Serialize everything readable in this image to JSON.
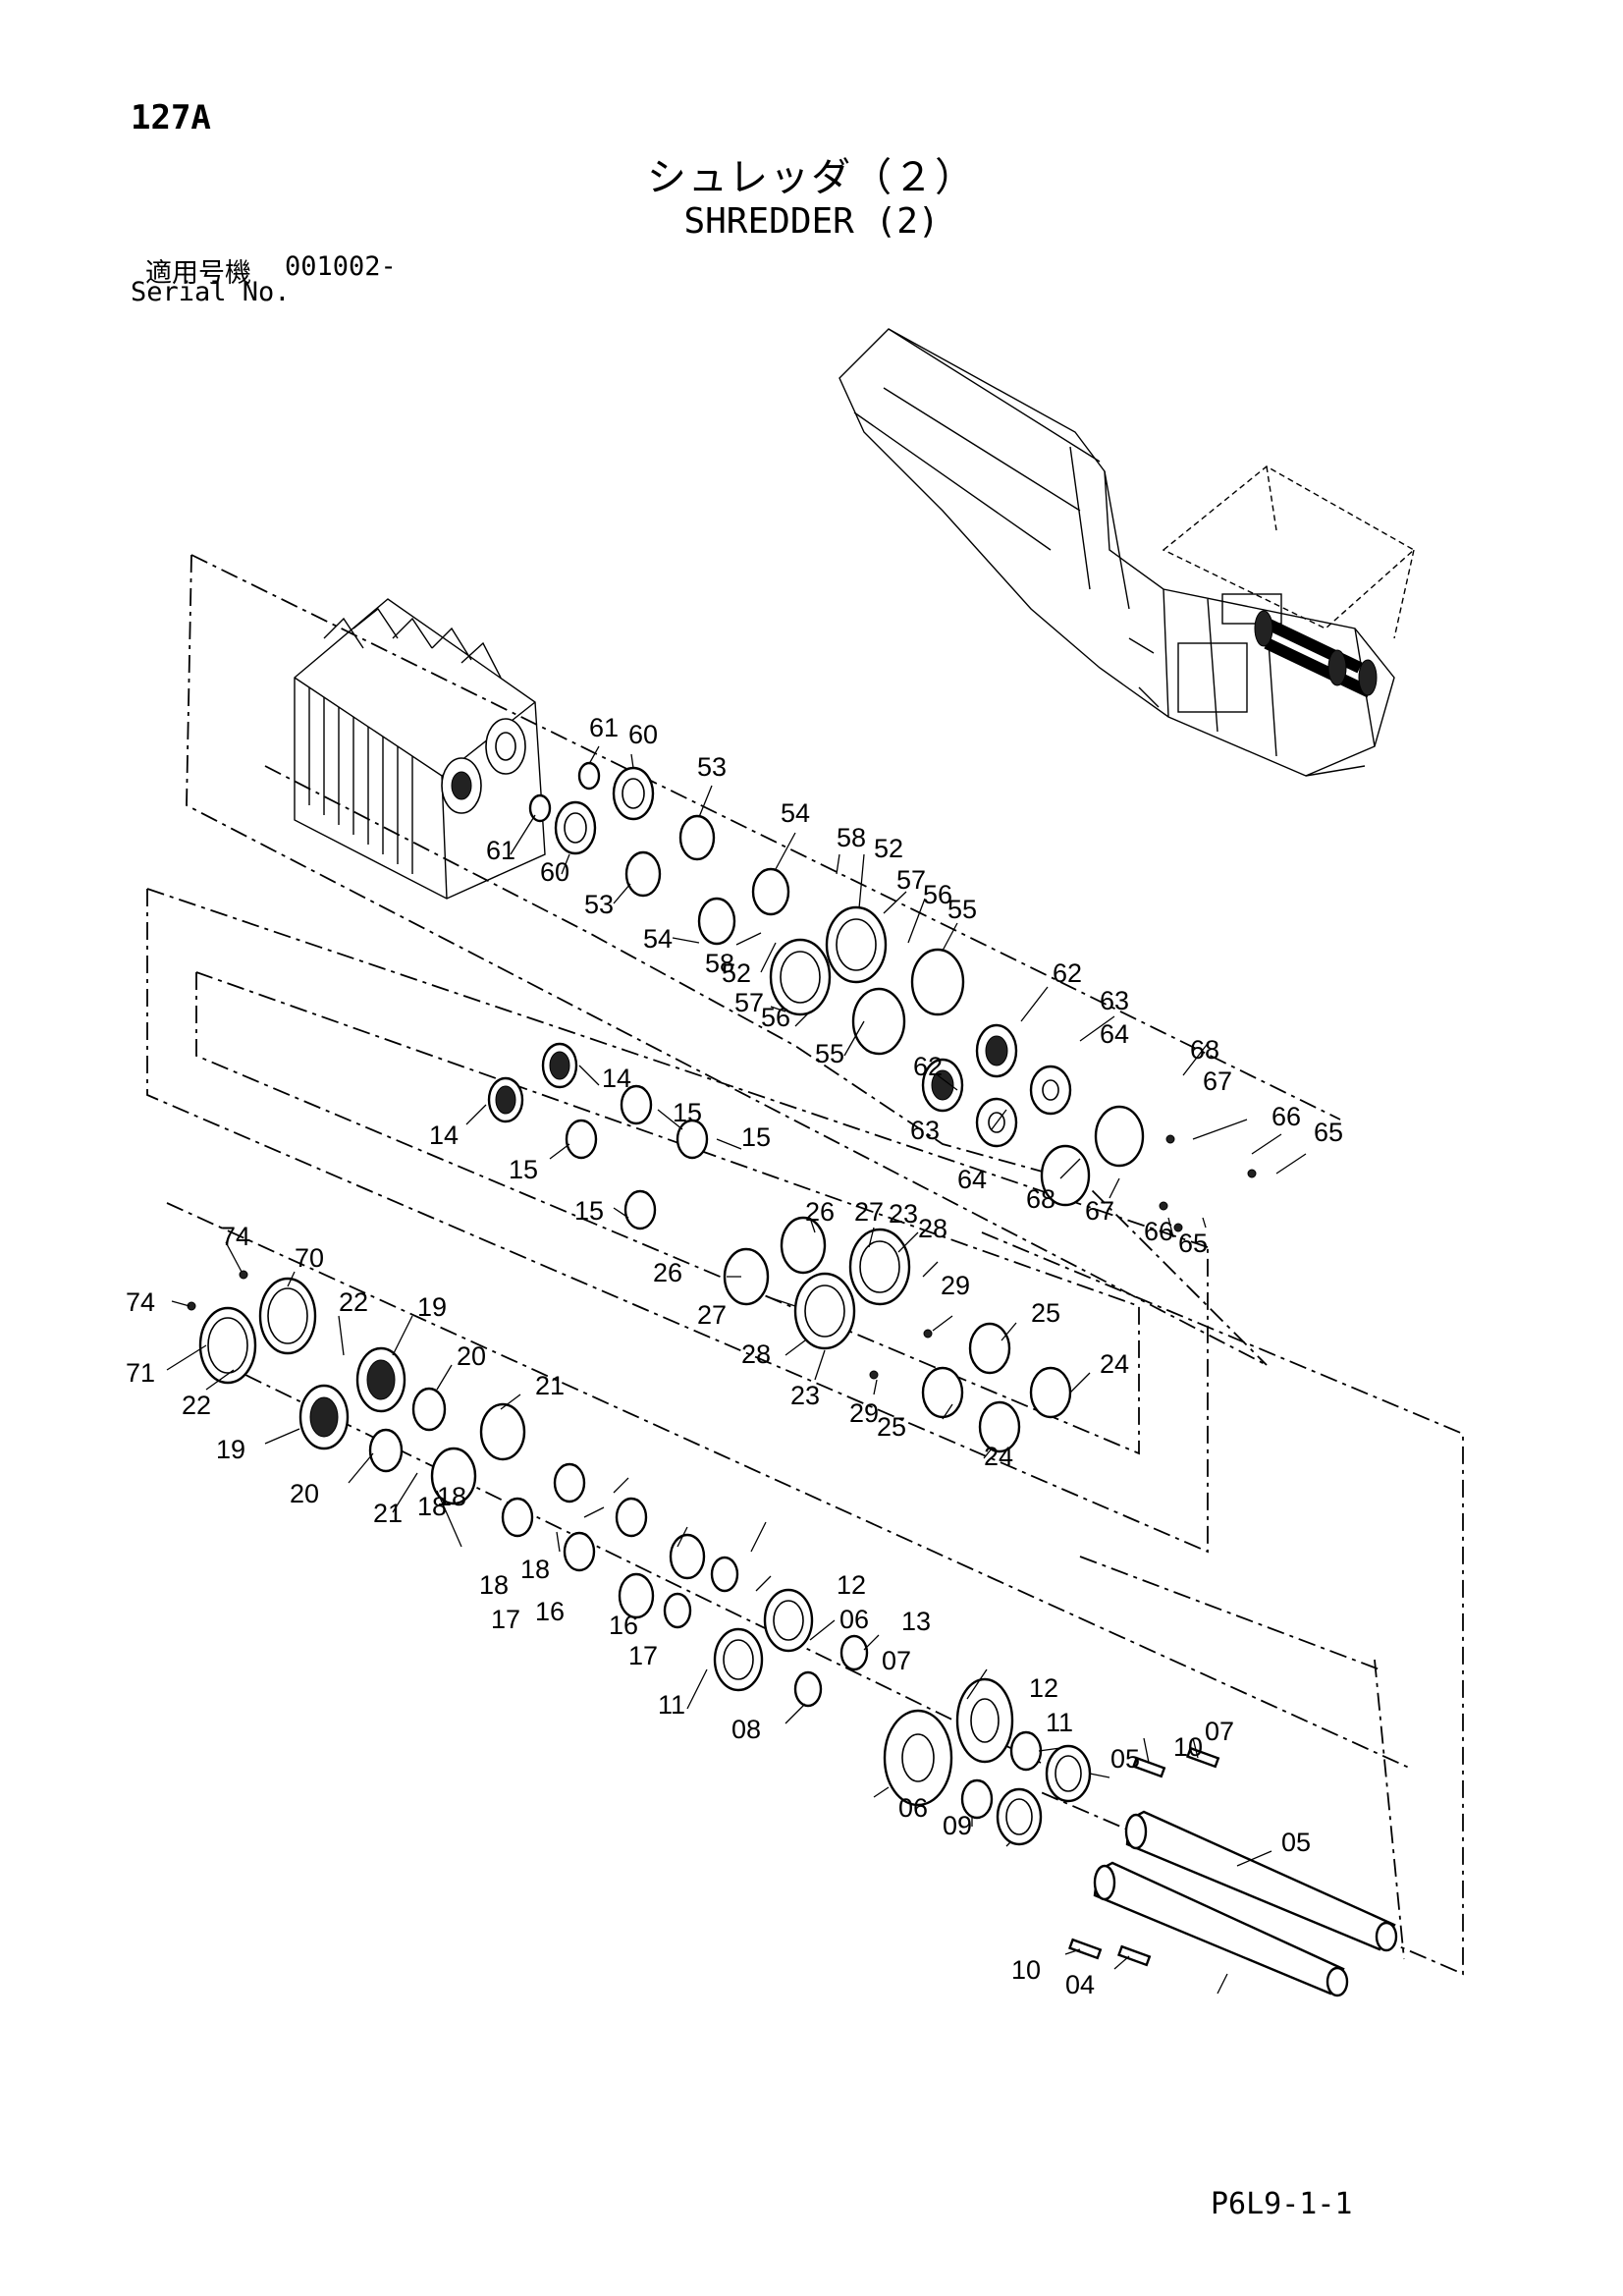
{
  "header": {
    "page_number": "127A",
    "title_jp": "シュレッダ（２）",
    "title_en": "SHREDDER (2)",
    "serial_label_jp": "適用号機",
    "serial_value": "001002-",
    "serial_label_en": "Serial No."
  },
  "footer": {
    "doc_code": "P6L9-1-1"
  },
  "part_labels": [
    "61",
    "60",
    "53",
    "54",
    "58",
    "52",
    "57",
    "56",
    "55",
    "61",
    "60",
    "53",
    "54",
    "58",
    "52",
    "57",
    "56",
    "55",
    "62",
    "63",
    "64",
    "68",
    "67",
    "66",
    "65",
    "62",
    "63",
    "64",
    "68",
    "67",
    "66",
    "65",
    "14",
    "15",
    "15",
    "14",
    "15",
    "15",
    "26",
    "27",
    "23",
    "28",
    "29",
    "25",
    "24",
    "26",
    "27",
    "28",
    "23",
    "29",
    "25",
    "24",
    "74",
    "70",
    "74",
    "71",
    "22",
    "19",
    "20",
    "21",
    "22",
    "19",
    "20",
    "21",
    "18",
    "18",
    "18",
    "18",
    "16",
    "17",
    "16",
    "17",
    "11",
    "12",
    "13",
    "06",
    "07",
    "08",
    "12",
    "11",
    "05",
    "10",
    "07",
    "06",
    "09",
    "05",
    "10",
    "04"
  ]
}
